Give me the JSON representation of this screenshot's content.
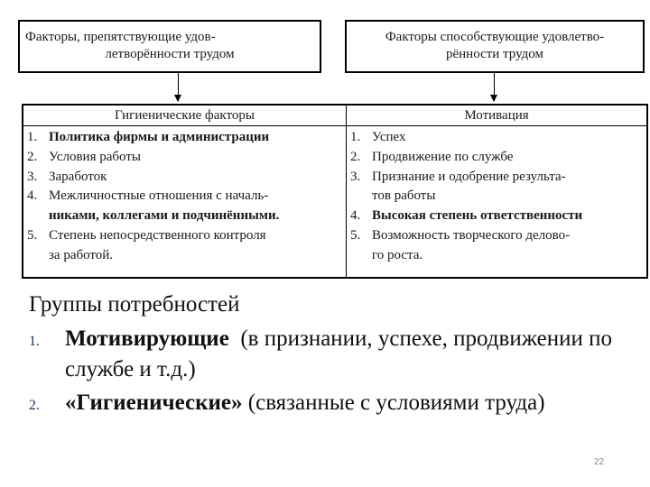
{
  "top_boxes": {
    "left": {
      "line1": "Факторы, препятствующие удов-",
      "line2": "летворённости трудом"
    },
    "right": {
      "line1": "Факторы способствующие удовлетво-",
      "line2": "рённости трудом"
    }
  },
  "table": {
    "left": {
      "header": "Гигиенические факторы",
      "items": [
        {
          "num": "1.",
          "text": "Политика фирмы и администрации"
        },
        {
          "num": "2.",
          "text": "Условия работы"
        },
        {
          "num": "3.",
          "text": "Заработок"
        },
        {
          "num": "4.",
          "text": "Межличностные отношения с началь-"
        },
        {
          "num": "",
          "text": "никами, коллегами и подчинёнными."
        },
        {
          "num": "5.",
          "text": "Степень непосредственного контроля"
        },
        {
          "num": "",
          "text": "за работой."
        }
      ]
    },
    "right": {
      "header": "Мотивация",
      "items": [
        {
          "num": "1.",
          "text": "Успех"
        },
        {
          "num": "2.",
          "text": "Продвижение по службе"
        },
        {
          "num": "3.",
          "text": "Признание и одобрение результа-"
        },
        {
          "num": "",
          "text": "тов работы"
        },
        {
          "num": "4.",
          "text": "Высокая степень ответственности"
        },
        {
          "num": "5.",
          "text": "Возможность творческого делово-"
        },
        {
          "num": "",
          "text": "го роста."
        }
      ]
    }
  },
  "needs": {
    "title": "Группы потребностей",
    "items": [
      {
        "num": "1.",
        "bold": "Мотивирующие",
        "rest": "  (в признании, успехе, продвижении по службе и т.д.)"
      },
      {
        "num": "2.",
        "bold": "«Гигиенические»",
        "rest": " (связанные с условиями труда)"
      }
    ]
  },
  "page_number": "22"
}
